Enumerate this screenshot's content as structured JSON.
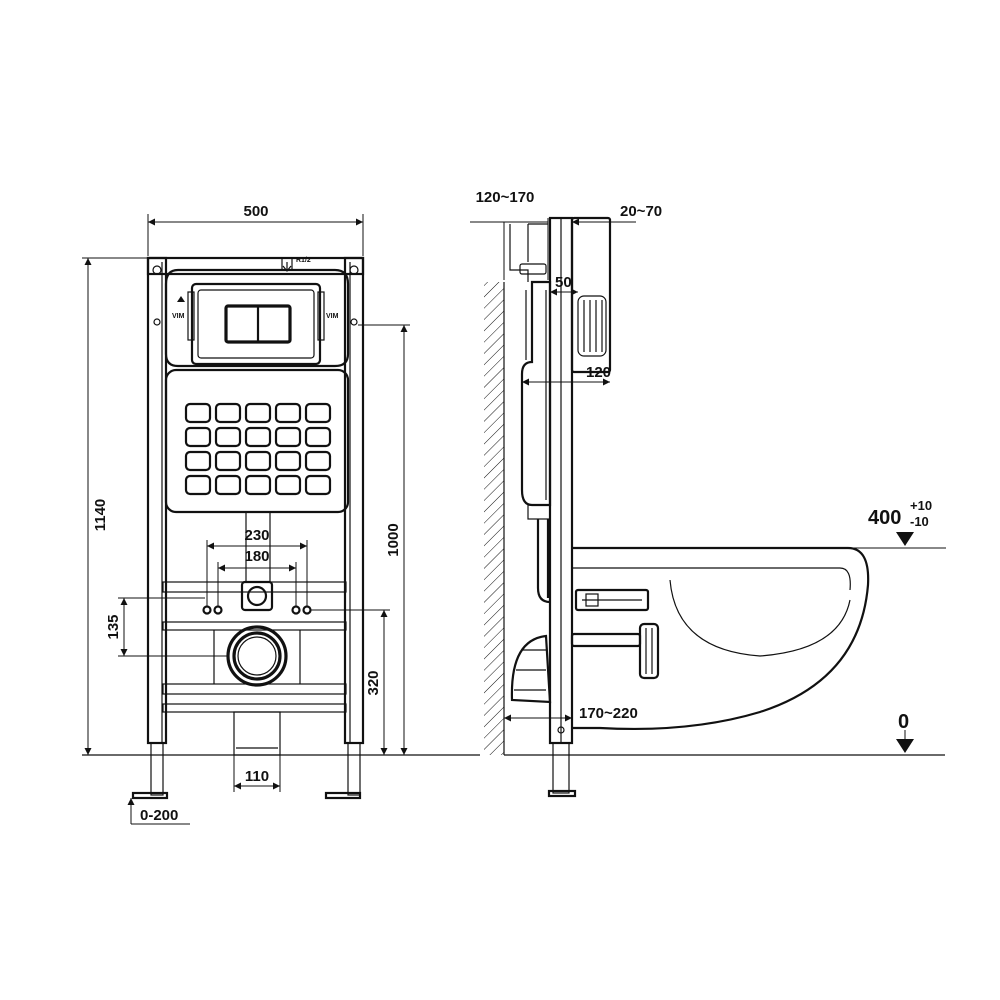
{
  "front_view": {
    "width_label": "500",
    "height_label": "1140",
    "cistern_height_label": "1000",
    "bolt_spacing_outer_label": "230",
    "bolt_spacing_inner_label": "180",
    "bolt_height_label": "135",
    "outlet_height_label": "320",
    "outlet_width_label": "110",
    "feet_adjust_label": "0-200",
    "inlet_label": "R1/2",
    "brand_left": "VIM",
    "brand_right": "VIM"
  },
  "side_view": {
    "depth_label": "120~170",
    "plate_offset_label": "20~70",
    "button_depth_label": "50",
    "cistern_depth_label": "120",
    "seat_height_label": "400",
    "seat_tol_plus": "+10",
    "seat_tol_minus": "-10",
    "floor_label": "0",
    "outlet_distance_label": "170~220"
  }
}
